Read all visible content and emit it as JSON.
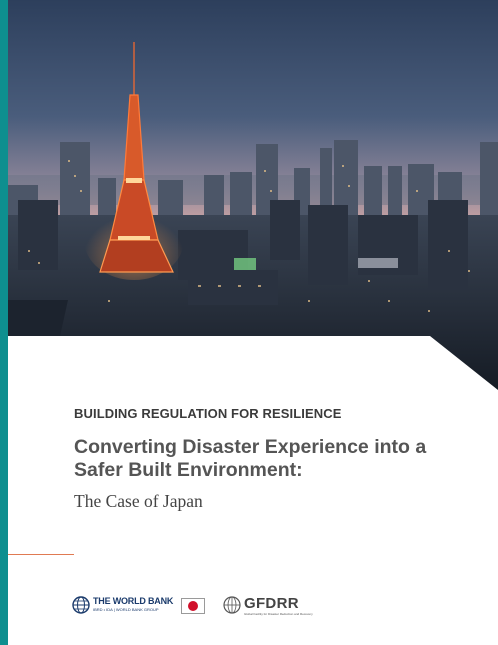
{
  "cover": {
    "series_label": "BUILDING REGULATION FOR RESILIENCE",
    "title_lines": [
      "Converting Disaster Experience into a",
      "Safer Built Environment:"
    ],
    "subtitle": "The Case of Japan"
  },
  "logos": {
    "world_bank": {
      "name": "THE WORLD BANK",
      "tagline": "IBRD • IDA | WORLD BANK GROUP"
    },
    "gfdrr": {
      "name": "GFDRR",
      "tagline": "Global Facility for Disaster Reduction and Recovery"
    }
  },
  "colors": {
    "accent_teal": "#0e8f8f",
    "rule_orange": "#e07a52",
    "japan_red": "#d1102a",
    "world_bank_blue": "#1a3a6b"
  }
}
